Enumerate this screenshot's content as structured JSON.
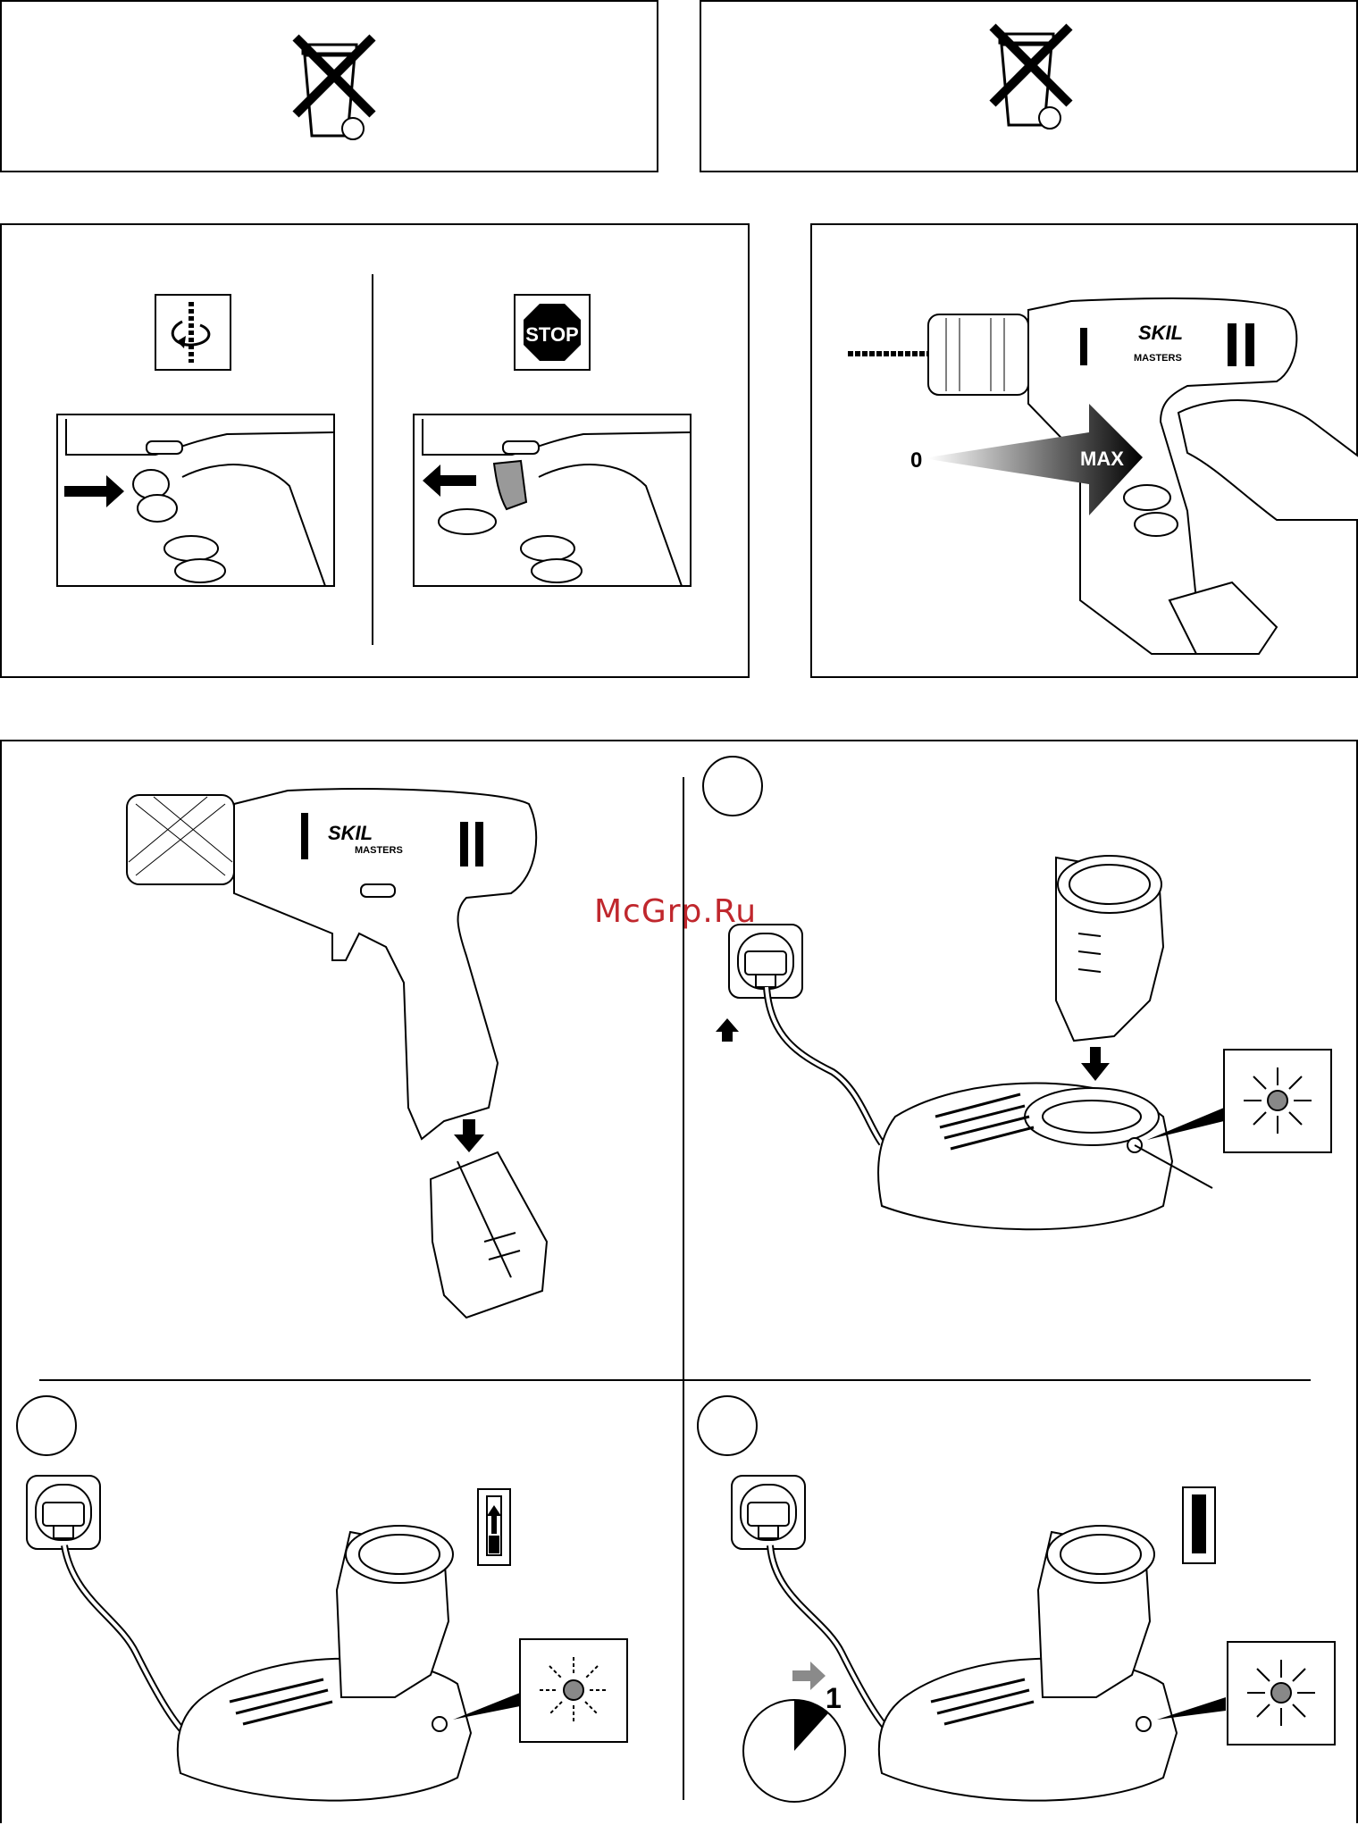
{
  "watermark": "McGrp.Ru",
  "brand": {
    "logo": "SKIL",
    "line": "MASTERS"
  },
  "speed": {
    "min_label": "0",
    "max_label": "MAX"
  },
  "stop_sign": "STOP",
  "timer": {
    "label": "1"
  },
  "icons": {
    "weee_bin": "crossed-out-wheelie-bin-icon",
    "rotation": "drill-rotation-icon",
    "stop": "stop-sign-icon",
    "led": "indicator-led-icon",
    "battery_charging": "battery-charging-icon",
    "battery_full": "battery-full-icon",
    "plug": "mains-plug-icon",
    "clock": "timer-clock-icon"
  },
  "colors": {
    "line": "#000000",
    "led_gray": "#888888",
    "arrow_gray": "#8a8a8a"
  }
}
